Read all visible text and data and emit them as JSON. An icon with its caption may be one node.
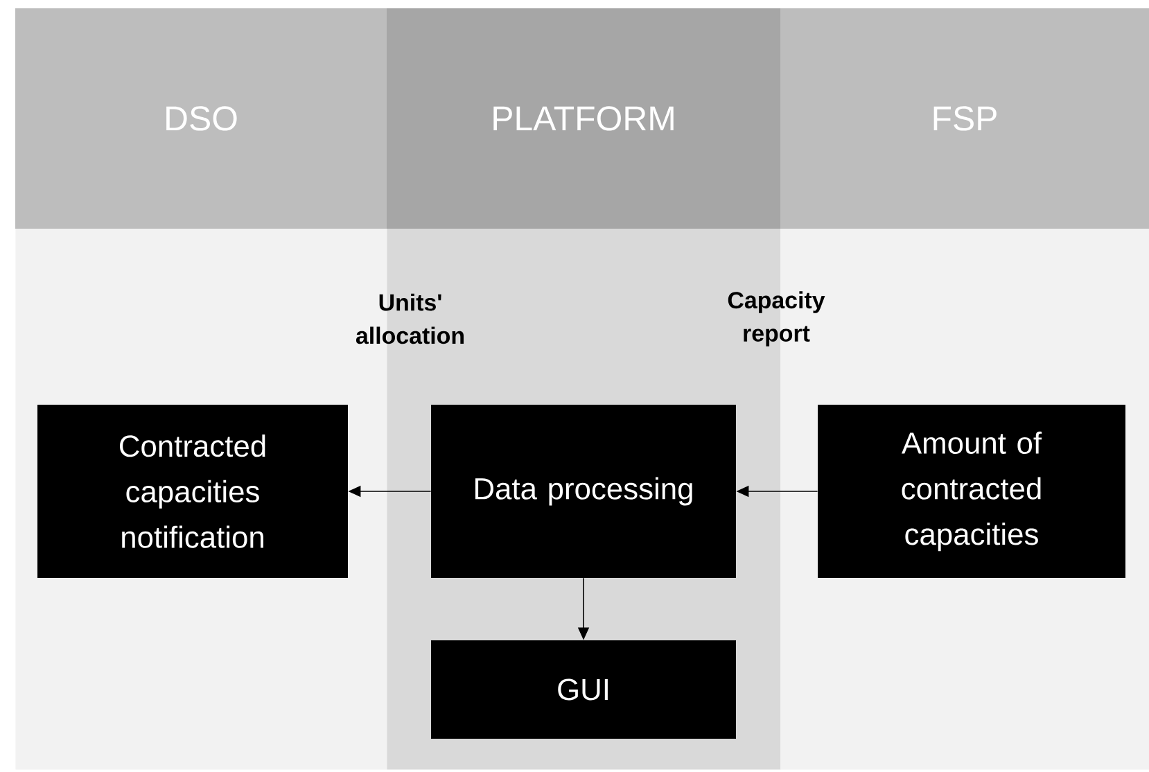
{
  "diagram": {
    "nodes": [
      {
        "text": [
          "DSO"
        ]
      },
      {
        "text": [
          "PLATFORM"
        ]
      },
      {
        "text": [
          "FSP"
        ]
      },
      {
        "text": [
          "Contracted capacities notification"
        ],
        "in": 0
      },
      {
        "text": [
          "Data processing"
        ],
        "in": 1
      },
      {
        "text": [
          "Amount of contracted capacities"
        ],
        "in": 2
      },
      {
        "text": [
          "GUI"
        ],
        "in": 1
      }
    ],
    "edges": [
      {
        "from": 4,
        "to": 3,
        "arrow": "to"
      },
      {
        "from": 5,
        "to": 4,
        "arrow": "to"
      },
      {
        "from": 4,
        "to": 6,
        "arrow": "to"
      }
    ],
    "labels": [
      "Units' allocation",
      "Capacity report"
    ]
  }
}
